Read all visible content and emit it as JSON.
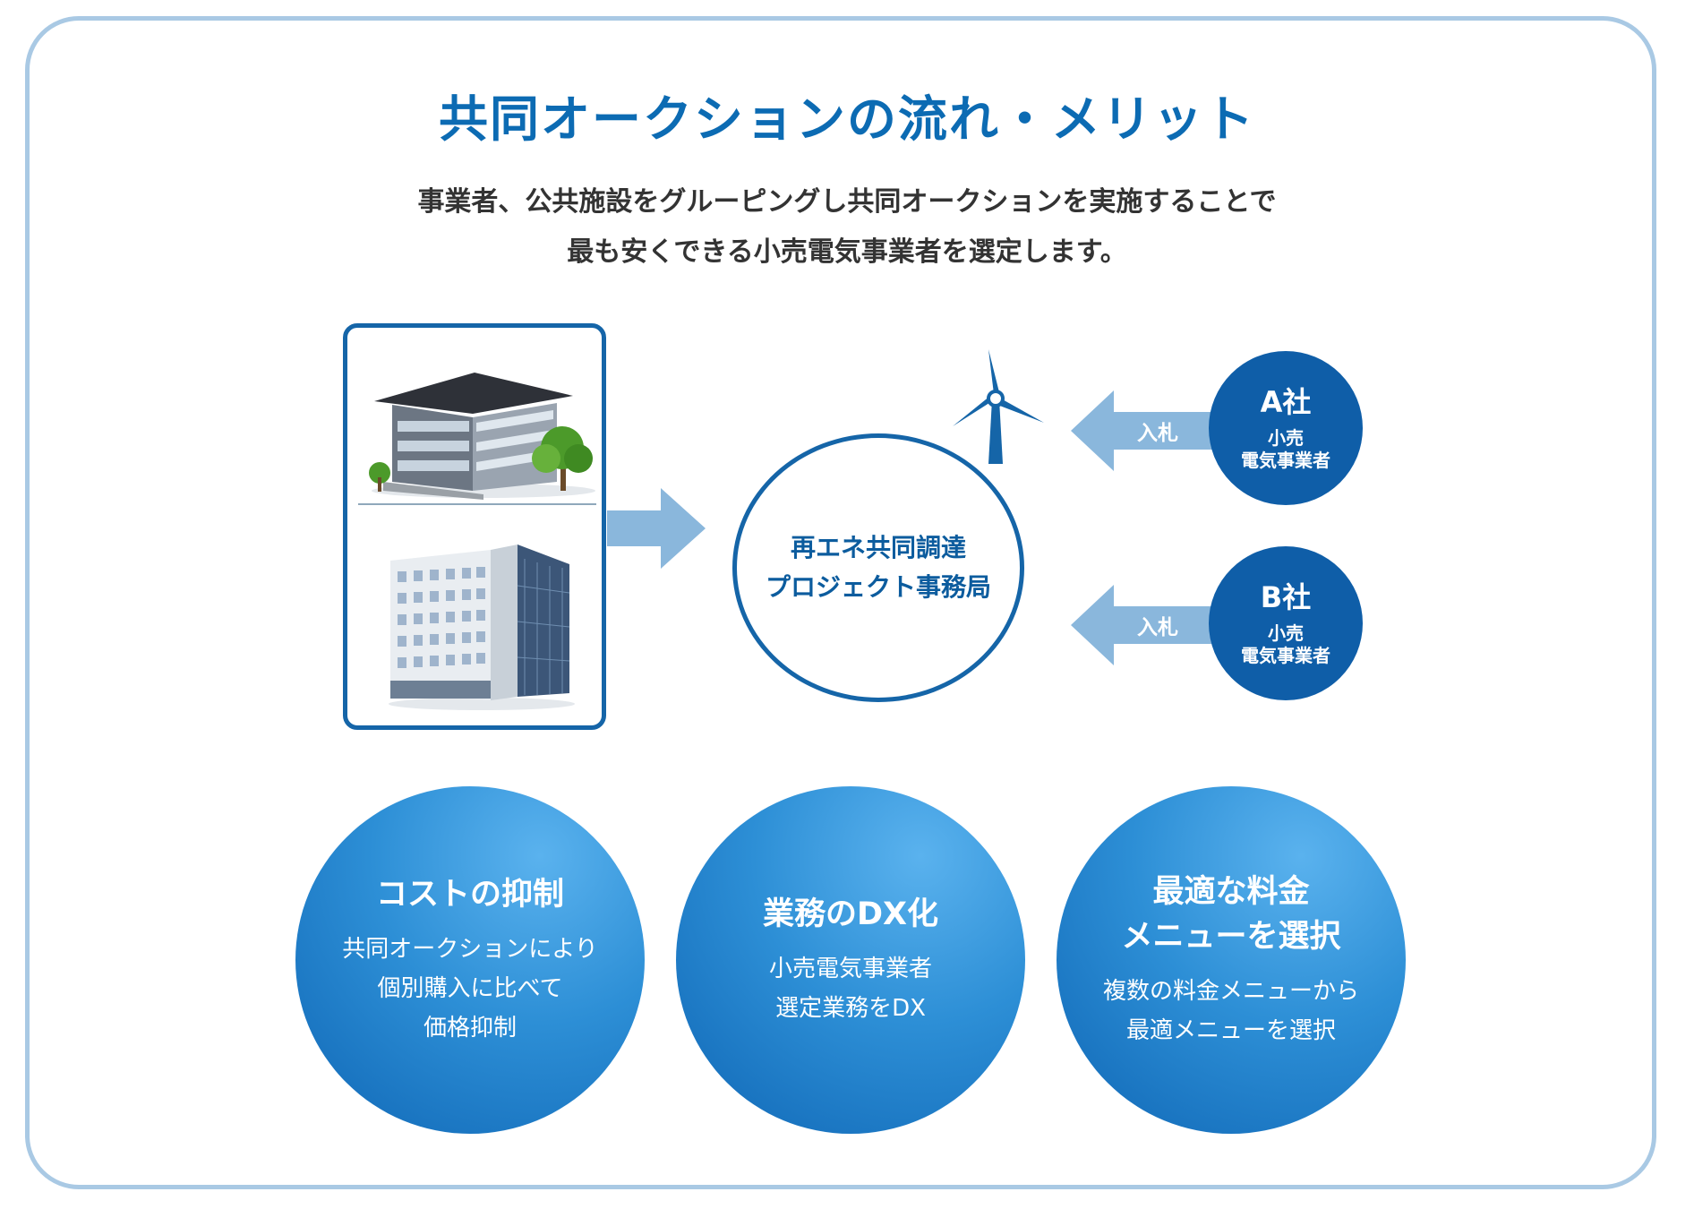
{
  "title": "共同オークションの流れ・メリット",
  "subtitle": {
    "line1": "事業者、公共施設をグルーピングし共同オークションを実施することで",
    "line2": "最も安くできる小売電気事業者を選定します。"
  },
  "center": {
    "line1": "再エネ共同調達",
    "line2": "プロジェクト事務局"
  },
  "bids": [
    {
      "label": "入札"
    },
    {
      "label": "入札"
    }
  ],
  "companies": [
    {
      "name": "A社",
      "desc1": "小売",
      "desc2": "電気事業者"
    },
    {
      "name": "B社",
      "desc1": "小売",
      "desc2": "電気事業者"
    }
  ],
  "benefits": [
    {
      "title_lines": [
        "コストの抑制"
      ],
      "desc_lines": [
        "共同オークションにより",
        "個別購入に比べて",
        "価格抑制"
      ]
    },
    {
      "title_lines": [
        "業務のDX化"
      ],
      "desc_lines": [
        "小売電気事業者",
        "選定業務をDX"
      ]
    },
    {
      "title_lines": [
        "最適な料金",
        "メニューを選択"
      ],
      "desc_lines": [
        "複数の料金メニューから",
        "最適メニューを選択"
      ]
    }
  ],
  "colors": {
    "primary": "#0c6bb3",
    "dark_blue": "#0f5ea8",
    "arrow": "#8ab7dc",
    "frame": "#a9c9e4"
  },
  "icons": [
    "office-building-icon",
    "office-tower-icon",
    "wind-turbine-icon",
    "arrow-right-icon",
    "arrow-left-icon"
  ]
}
